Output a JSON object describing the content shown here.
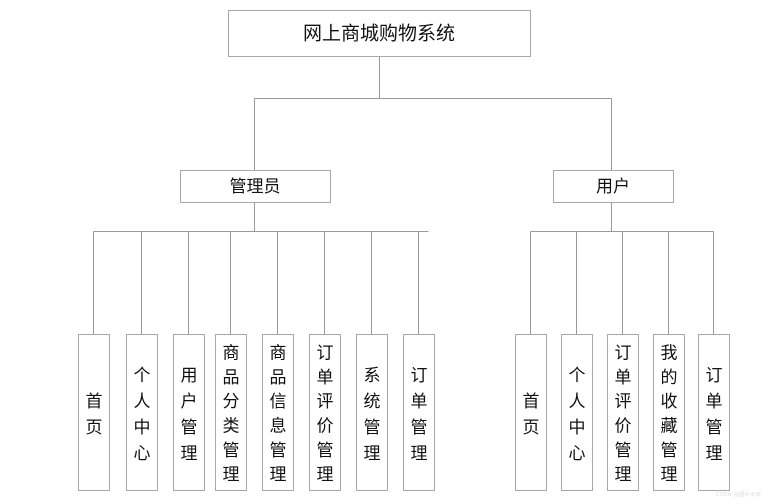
{
  "diagram": {
    "type": "tree",
    "title": "网上商城购物系统",
    "orientation": "top-down",
    "colors": {
      "background": "#ffffff",
      "box_fill": "#ffffff",
      "box_stroke": "#a8a8a8",
      "connector": "#9a9a9a",
      "text": "#111111"
    },
    "root": {
      "label": "网上商城购物系统"
    },
    "branches": [
      {
        "label": "管理员",
        "children": [
          {
            "label": "首页"
          },
          {
            "label": "个人中心"
          },
          {
            "label": "用户管理"
          },
          {
            "label": "商品分类管理"
          },
          {
            "label": "商品信息管理"
          },
          {
            "label": "订单评价管理"
          },
          {
            "label": "系统管理"
          },
          {
            "label": "订单管理"
          }
        ]
      },
      {
        "label": "用户",
        "children": [
          {
            "label": "首页"
          },
          {
            "label": "个人中心"
          },
          {
            "label": "订单评价管理"
          },
          {
            "label": "我的收藏管理"
          },
          {
            "label": "订单管理"
          }
        ]
      }
    ],
    "watermark": "CSDN @图片水印"
  }
}
